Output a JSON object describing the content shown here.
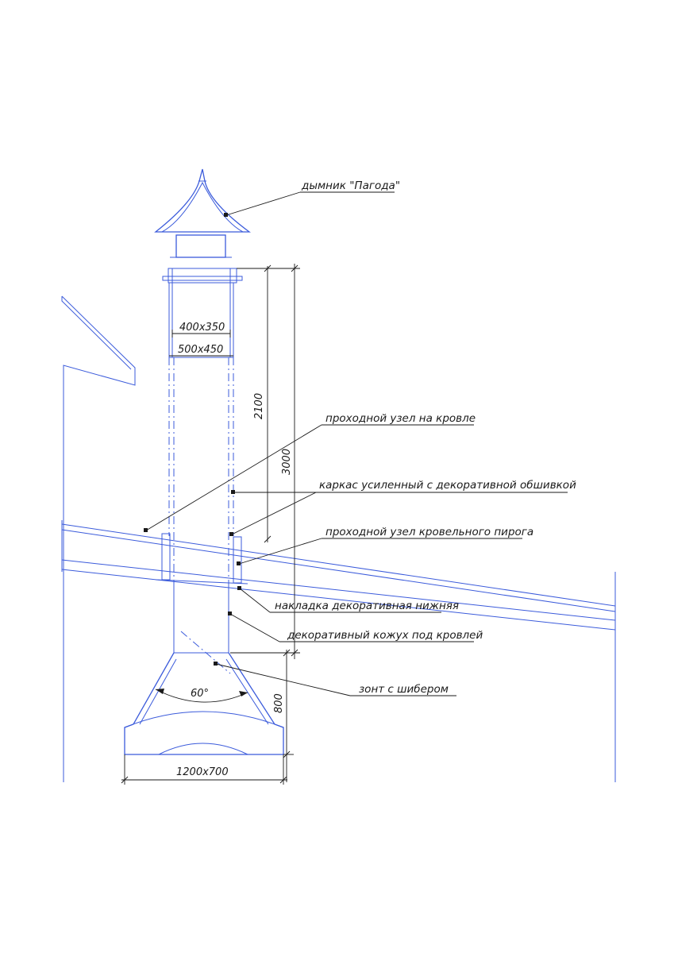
{
  "labels": {
    "chimney_cap": "дымник \"Пагода\"",
    "roof_pass_unit": "проходной узел на кровле",
    "reinforced_frame": "каркас усиленный с декоративной обшивкой",
    "roof_pie_pass_unit": "проходной узел кровельного пирога",
    "lower_trim": "накладка декоративная нижняя",
    "decorative_casing": "декоративный кожух под кровлей",
    "hood_with_damper": "зонт с шибером"
  },
  "dimensions": {
    "inner_section": "400x350",
    "outer_section": "500x450",
    "height_above_roof": "2100",
    "total_height": "3000",
    "hood_height": "800",
    "hood_size": "1200x700",
    "hood_angle": "60°"
  },
  "colors": {
    "drawing_lines": "#3b5bdb",
    "leaders": "#1a1a1a"
  }
}
